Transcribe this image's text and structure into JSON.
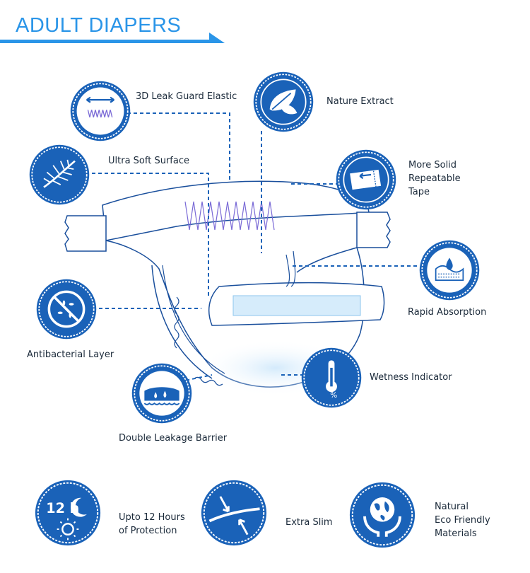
{
  "header": {
    "title": "ADULT DIAPERS"
  },
  "colors": {
    "accent": "#2a95e8",
    "badge_fill": "#1a62b8",
    "badge_ring": "#ffffff",
    "line": "#1a4f9c"
  },
  "features": [
    {
      "id": "leak-guard",
      "label": "3D Leak Guard Elastic",
      "icon": "elastic-icon"
    },
    {
      "id": "nature",
      "label": "Nature Extract",
      "icon": "leaf-icon"
    },
    {
      "id": "soft-surface",
      "label": "Ultra Soft Surface",
      "icon": "feather-icon"
    },
    {
      "id": "tape",
      "label": "More Solid Repeatable Tape",
      "lines": [
        "More Solid",
        "Repeatable",
        "Tape"
      ],
      "icon": "tape-icon"
    },
    {
      "id": "rapid",
      "label": "Rapid Absorption",
      "icon": "droplet-layers-icon"
    },
    {
      "id": "antibacterial",
      "label": "Antibacterial Layer",
      "icon": "no-bacteria-icon"
    },
    {
      "id": "wetness",
      "label": "Wetness Indicator",
      "icon": "thermometer-icon"
    },
    {
      "id": "double-barrier",
      "label": "Double Leakage Barrier",
      "icon": "barrier-icon"
    }
  ],
  "bottom": [
    {
      "id": "protection",
      "lines": [
        "Upto 12 Hours",
        "of Protection"
      ],
      "badge_text": "12 h",
      "icon": "moon-sun-icon"
    },
    {
      "id": "slim",
      "label": "Extra Slim",
      "icon": "slim-arrows-icon"
    },
    {
      "id": "eco",
      "lines": [
        "Natural",
        "Eco Friendly",
        "Materials"
      ],
      "icon": "globe-hands-icon"
    }
  ]
}
